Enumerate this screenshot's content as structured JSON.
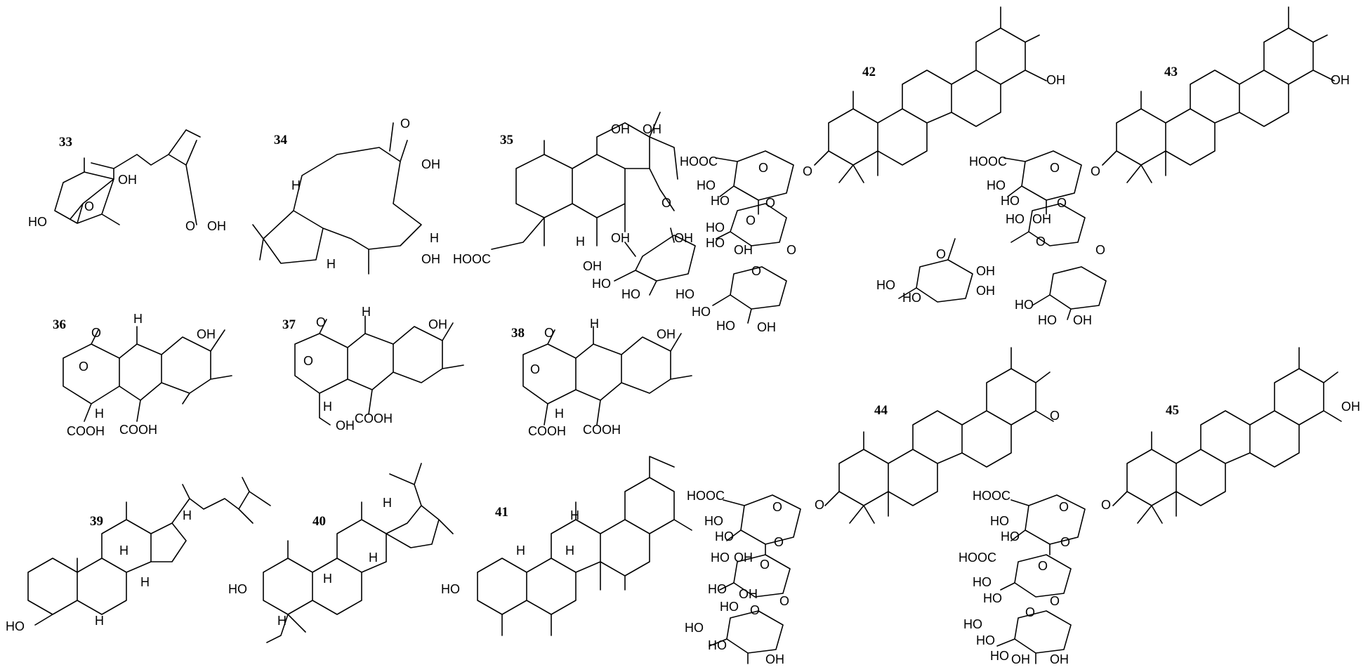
{
  "compounds": {
    "c33": {
      "number": "33",
      "labels": [
        "HO",
        "OH",
        "O",
        "O",
        "OH"
      ]
    },
    "c34": {
      "number": "34",
      "labels": [
        "O",
        "OH",
        "H",
        "H",
        "OH",
        "H"
      ]
    },
    "c35": {
      "number": "35",
      "labels": [
        "OH",
        "OH",
        "O",
        "HOOC",
        "H",
        "OH",
        "OH",
        "OH",
        "HO",
        "HO"
      ]
    },
    "c36": {
      "number": "36",
      "labels": [
        "O",
        "H",
        "OH",
        "O",
        "H",
        "COOH",
        "COOH"
      ]
    },
    "c37": {
      "number": "37",
      "labels": [
        "O",
        "H",
        "OH",
        "O",
        "H",
        "OH",
        "COOH"
      ]
    },
    "c38": {
      "number": "38",
      "labels": [
        "O",
        "H",
        "OH",
        "O",
        "H",
        "COOH",
        "COOH"
      ]
    },
    "c39": {
      "number": "39",
      "labels": [
        "H",
        "H",
        "H",
        "H",
        "HO"
      ]
    },
    "c40": {
      "number": "40",
      "labels": [
        "H",
        "H",
        "H",
        "HO",
        "H"
      ]
    },
    "c41": {
      "number": "41",
      "labels": [
        "H",
        "H",
        "H",
        "HO"
      ]
    },
    "c42": {
      "number": "42",
      "labels": [
        "OH",
        "O",
        "HOOC",
        "O",
        "HO",
        "HO",
        "O",
        "O",
        "HO",
        "HO",
        "OH",
        "O",
        "O",
        "HO",
        "HO",
        "HO",
        "OH"
      ]
    },
    "c43": {
      "number": "43",
      "labels": [
        "OH",
        "O",
        "HOOC",
        "O",
        "HO",
        "HO",
        "O",
        "HO",
        "OH",
        "O",
        "O",
        "OH",
        "HO",
        "HO",
        "OH",
        "O",
        "HO",
        "HO",
        "OH"
      ]
    },
    "c44": {
      "number": "44",
      "labels": [
        "O",
        "O",
        "HOOC",
        "O",
        "HO",
        "HO",
        "O",
        "HO",
        "OH",
        "O",
        "O",
        "HO",
        "HO",
        "OH",
        "O",
        "HO",
        "HO",
        "OH"
      ]
    },
    "c45": {
      "number": "45",
      "labels": [
        "OH",
        "O",
        "HOOC",
        "O",
        "HO",
        "HO",
        "O",
        "HOOC",
        "O",
        "HO",
        "HO",
        "O",
        "HO",
        "HO",
        "OH",
        "O",
        "HO",
        "OH"
      ]
    }
  }
}
